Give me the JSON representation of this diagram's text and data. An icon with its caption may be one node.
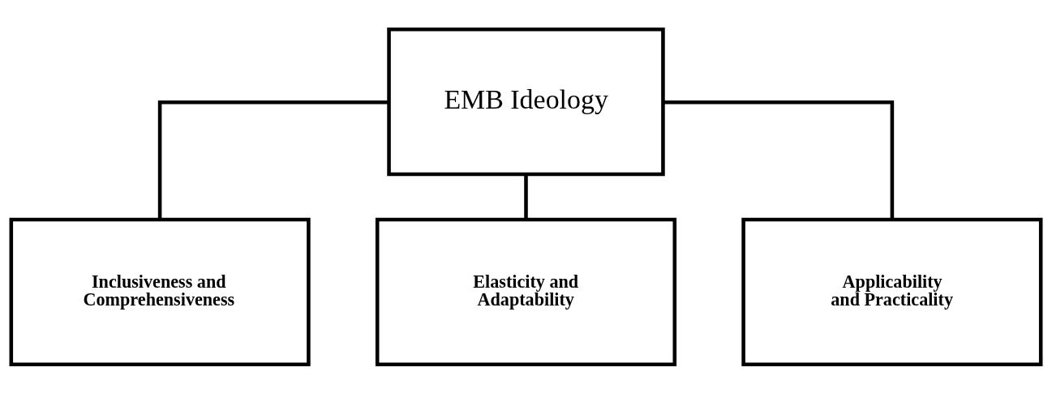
{
  "diagram": {
    "nodes": [
      {
        "text": [
          "EMB Ideology"
        ]
      },
      {
        "text": [
          "Inclusiveness and Comprehensiveness"
        ]
      },
      {
        "text": [
          "Elasticity and Adaptability"
        ]
      },
      {
        "text": [
          "Applicability and Practicality"
        ]
      }
    ],
    "edges": [
      {
        "from": 0,
        "to": 1,
        "arrow": "none"
      },
      {
        "from": 0,
        "to": 2,
        "arrow": "none"
      },
      {
        "from": 0,
        "to": 3,
        "arrow": "none"
      }
    ]
  }
}
